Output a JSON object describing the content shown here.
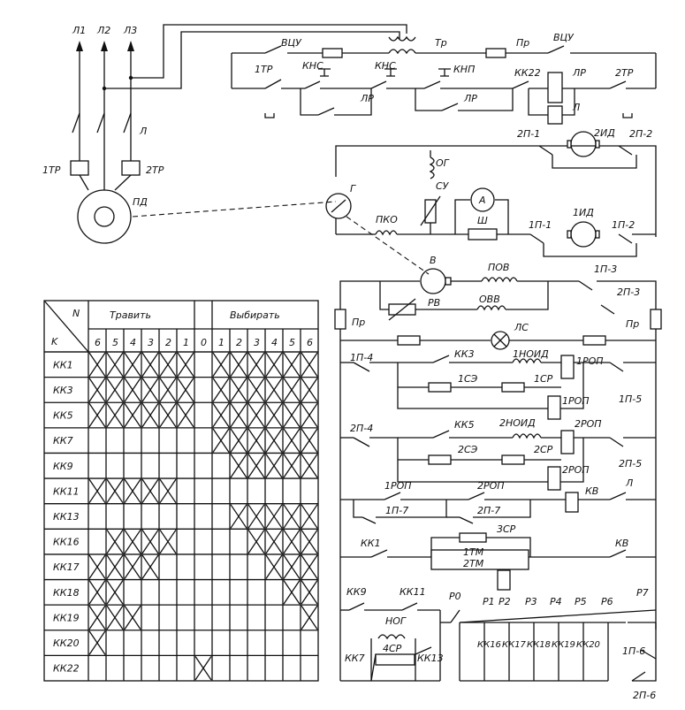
{
  "table": {
    "corner_n": "N",
    "corner_k": "K",
    "group_left": "Травить",
    "group_right": "Выбирать",
    "positions": [
      "6",
      "5",
      "4",
      "3",
      "2",
      "1",
      "0",
      "1",
      "2",
      "3",
      "4",
      "5",
      "6"
    ],
    "rows": [
      {
        "name": "КК1",
        "on": [
          1,
          1,
          1,
          1,
          1,
          1,
          0,
          1,
          1,
          1,
          1,
          1,
          1
        ]
      },
      {
        "name": "КК3",
        "on": [
          1,
          1,
          1,
          1,
          1,
          1,
          0,
          1,
          1,
          1,
          1,
          1,
          1
        ]
      },
      {
        "name": "КК5",
        "on": [
          1,
          1,
          1,
          1,
          1,
          1,
          0,
          1,
          1,
          1,
          1,
          1,
          1
        ]
      },
      {
        "name": "КК7",
        "on": [
          0,
          0,
          0,
          0,
          0,
          0,
          0,
          1,
          1,
          1,
          1,
          1,
          1
        ]
      },
      {
        "name": "КК9",
        "on": [
          0,
          0,
          0,
          0,
          0,
          0,
          0,
          0,
          1,
          1,
          1,
          1,
          1
        ]
      },
      {
        "name": "КК11",
        "on": [
          1,
          1,
          1,
          1,
          1,
          0,
          0,
          0,
          0,
          0,
          0,
          0,
          0
        ]
      },
      {
        "name": "КК13",
        "on": [
          0,
          0,
          0,
          0,
          0,
          0,
          0,
          0,
          1,
          1,
          1,
          1,
          1
        ]
      },
      {
        "name": "КК16",
        "on": [
          0,
          1,
          1,
          1,
          1,
          0,
          0,
          0,
          0,
          1,
          1,
          1,
          1
        ]
      },
      {
        "name": "КК17",
        "on": [
          1,
          1,
          1,
          1,
          0,
          0,
          0,
          0,
          0,
          0,
          1,
          1,
          1
        ]
      },
      {
        "name": "КК18",
        "on": [
          1,
          1,
          0,
          0,
          0,
          0,
          0,
          0,
          0,
          0,
          0,
          1,
          1
        ]
      },
      {
        "name": "КК19",
        "on": [
          1,
          1,
          1,
          0,
          0,
          0,
          0,
          0,
          0,
          0,
          0,
          0,
          1
        ]
      },
      {
        "name": "КК20",
        "on": [
          1,
          0,
          0,
          0,
          0,
          0,
          0,
          0,
          0,
          0,
          0,
          0,
          0
        ]
      },
      {
        "name": "КК22",
        "on": [
          0,
          0,
          0,
          0,
          0,
          0,
          1,
          0,
          0,
          0,
          0,
          0,
          0
        ]
      }
    ]
  },
  "labels": {
    "L1": "Л1",
    "L2": "Л2",
    "L3": "Л3",
    "L": "Л",
    "TR1": "1ТР",
    "TR2": "2ТР",
    "PD": "ПД",
    "VCU1": "ВЦУ",
    "Tr": "Тр",
    "Pr_top": "Пр",
    "VCU2": "ВЦУ",
    "TR1b": "1ТР",
    "KNS1": "КНС",
    "KNS2": "КНС",
    "KNP": "КНП",
    "KK22": "КК22",
    "LR1": "ЛР",
    "TR2b": "2ТР",
    "LR2": "ЛР",
    "LR3": "ЛР",
    "L_coil": "Л",
    "P2_1": "2П-1",
    "ID2": "2ИД",
    "P2_2": "2П-2",
    "G": "Г",
    "OG": "ОГ",
    "SU": "СУ",
    "A": "А",
    "Sh": "Ш",
    "PKO": "ПКО",
    "P1_1": "1П-1",
    "ID1": "1ИД",
    "P1_2": "1П-2",
    "V": "В",
    "POV": "ПОВ",
    "RV": "РВ",
    "OVV": "ОВВ",
    "P1_3": "1П-3",
    "P2_3": "2П-3",
    "Pr_l": "Пр",
    "Pr_r": "Пр",
    "LS": "ЛС",
    "P1_4": "1П-4",
    "KK3": "КК3",
    "NOID1": "1НОИД",
    "ROP1": "1РОП",
    "SE1": "1СЭ",
    "SR1": "1СР",
    "ROP1b": "1РОП",
    "P1_5": "1П-5",
    "P2_4": "2П-4",
    "KK5": "КК5",
    "NOID2": "2НОИД",
    "ROP2": "2РОП",
    "SE2": "2СЭ",
    "SR2": "2СР",
    "ROP2b": "2РОП",
    "P2_5": "2П-5",
    "ROP1c": "1РОП",
    "ROP2c": "2РОП",
    "KV": "КВ",
    "L2b": "Л",
    "P1_7": "1П-7",
    "P2_7": "2П-7",
    "KK1": "КК1",
    "SR3": "3СР",
    "TM1": "1ТМ",
    "TM2": "2ТМ",
    "KV2": "КВ",
    "KK9": "КК9",
    "KK11": "КК11",
    "R0": "Р0",
    "R1": "Р1",
    "R2": "Р2",
    "R3": "Р3",
    "R4": "Р4",
    "R5": "Р5",
    "R6": "Р6",
    "R7": "Р7",
    "NOG": "НОГ",
    "SR4": "4СР",
    "KK7": "КК7",
    "KK13": "КК13",
    "KK16": "КК16",
    "KK17": "КК17",
    "KK18": "КК18",
    "KK19": "КК19",
    "KK20": "КК20",
    "P1_6": "1П-6",
    "P2_6": "2П-6"
  }
}
